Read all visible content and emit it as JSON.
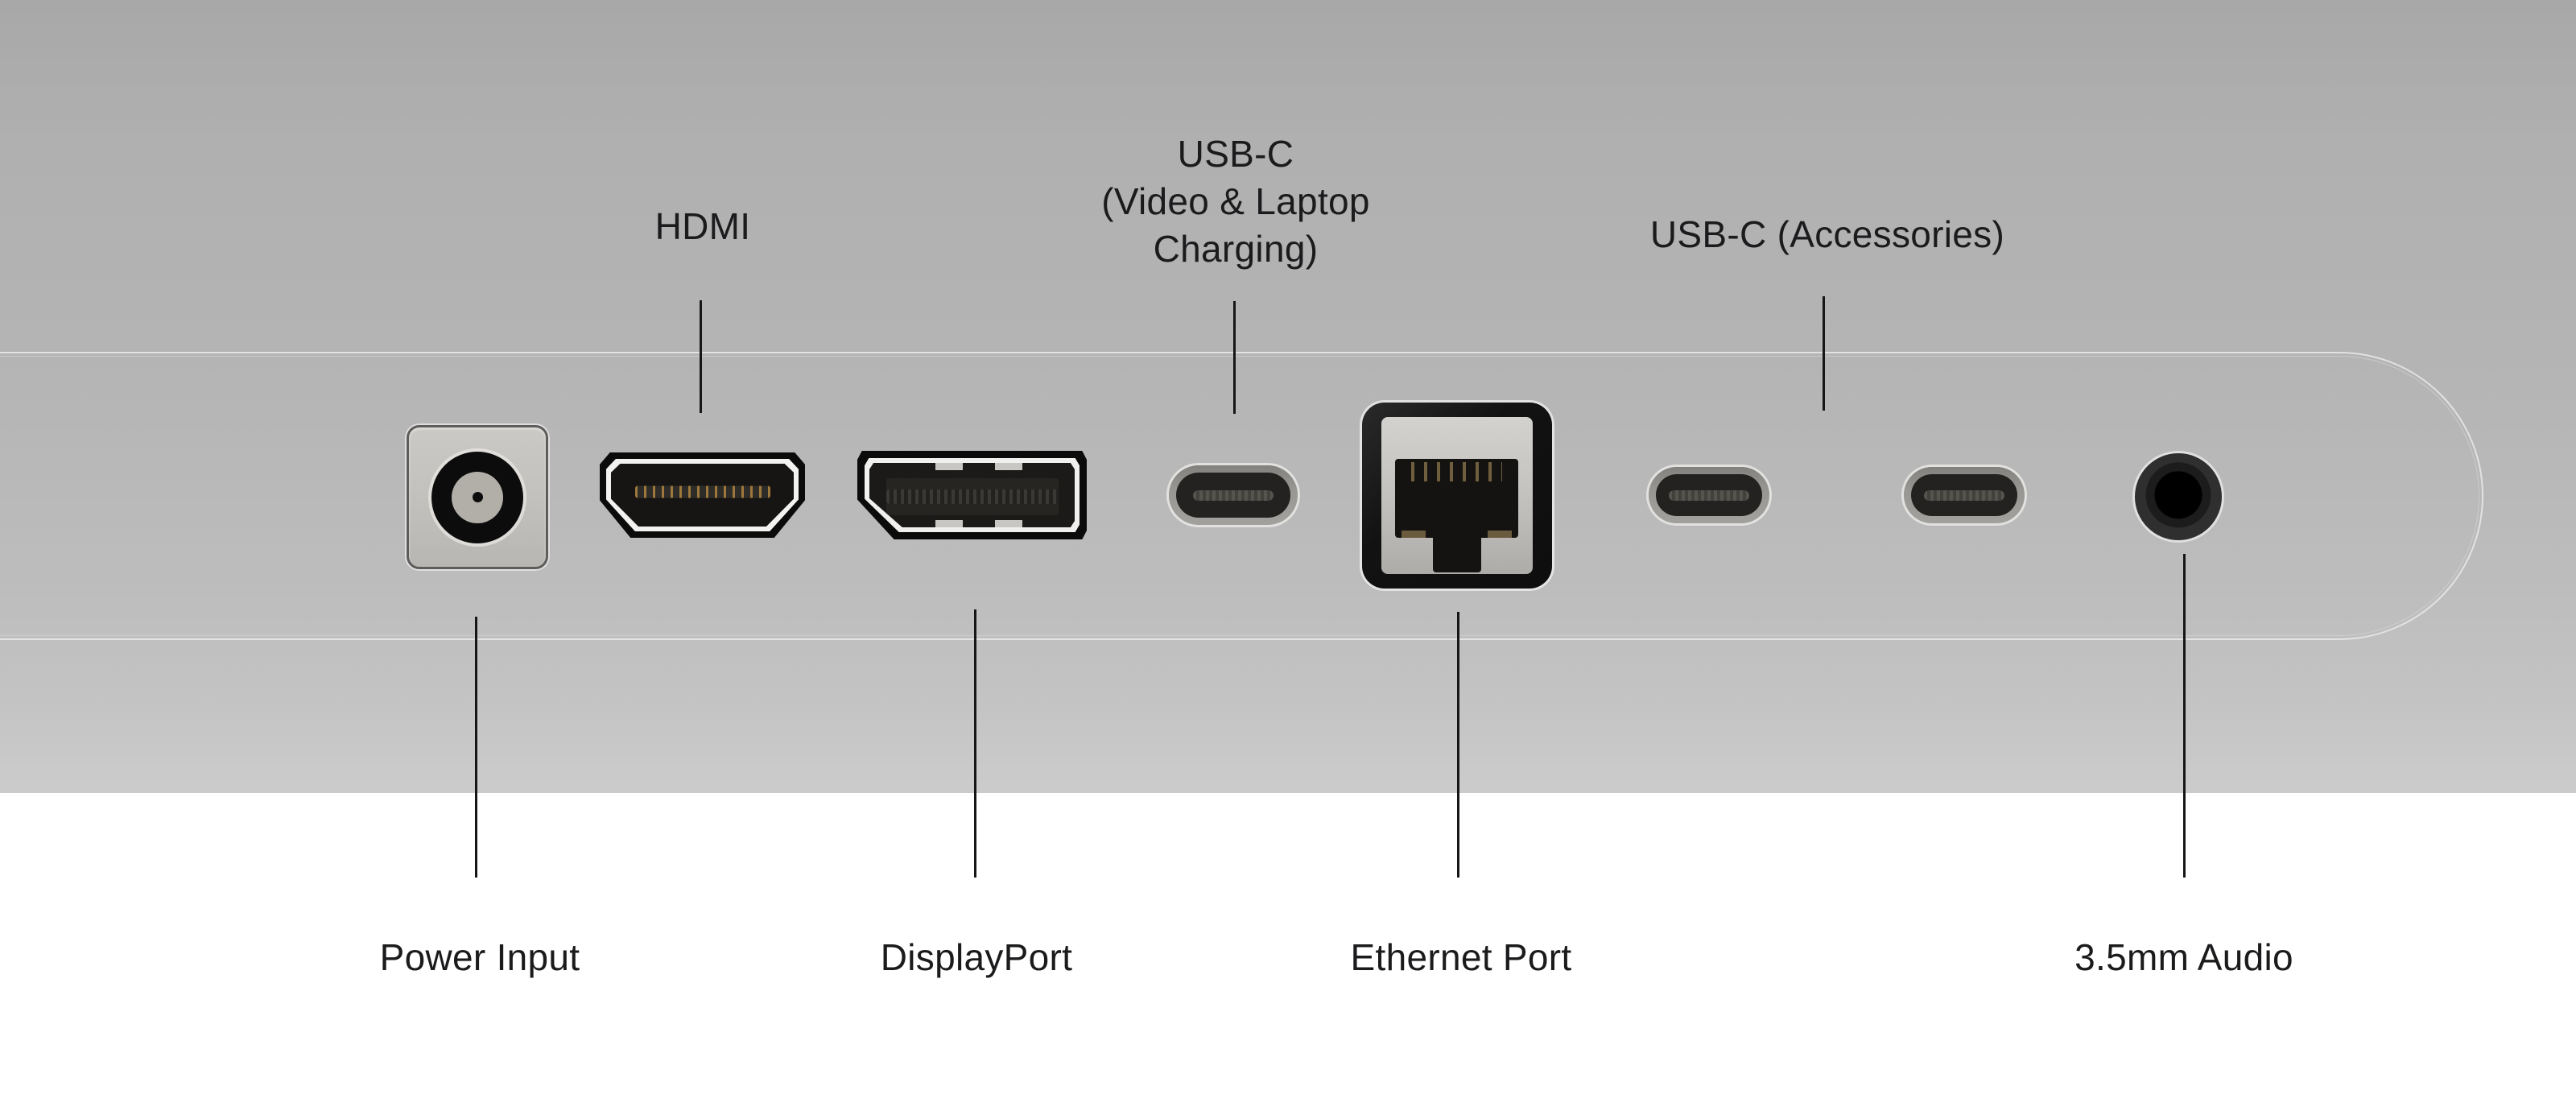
{
  "diagram_type": "monitor-rear-ports-callout-diagram",
  "callouts": {
    "top": [
      {
        "name": "hdmi",
        "lines": [
          "HDMI"
        ]
      },
      {
        "name": "usbc-video",
        "lines": [
          "USB-C",
          "(Video & Laptop",
          "Charging)"
        ]
      },
      {
        "name": "usbc-accessories",
        "lines": [
          "USB-C (Accessories)"
        ]
      }
    ],
    "bottom": [
      {
        "name": "power-input",
        "lines": [
          "Power Input"
        ]
      },
      {
        "name": "displayport",
        "lines": [
          "DisplayPort"
        ]
      },
      {
        "name": "ethernet-port",
        "lines": [
          "Ethernet Port"
        ]
      },
      {
        "name": "audio",
        "lines": [
          "3.5mm Audio"
        ]
      }
    ]
  },
  "ports": [
    {
      "name": "power-input-port",
      "type": "dc-barrel"
    },
    {
      "name": "hdmi-port",
      "type": "hdmi"
    },
    {
      "name": "displayport-port",
      "type": "displayport"
    },
    {
      "name": "usbc-video-port",
      "type": "usb-c"
    },
    {
      "name": "ethernet-port",
      "type": "rj45"
    },
    {
      "name": "usbc-accessory-port-1",
      "type": "usb-c"
    },
    {
      "name": "usbc-accessory-port-2",
      "type": "usb-c"
    },
    {
      "name": "audio-jack",
      "type": "3.5mm"
    }
  ],
  "colors": {
    "body_gray_top": "#a8a8a8",
    "body_gray_bottom": "#cbcbcb",
    "panel_outline": "#e9e9e9",
    "lower_background": "#ffffff",
    "label_text": "#1b1b1d",
    "leader_line": "#161616",
    "port_black": "#0b0b0b",
    "port_rim_gray": "#98968f"
  }
}
